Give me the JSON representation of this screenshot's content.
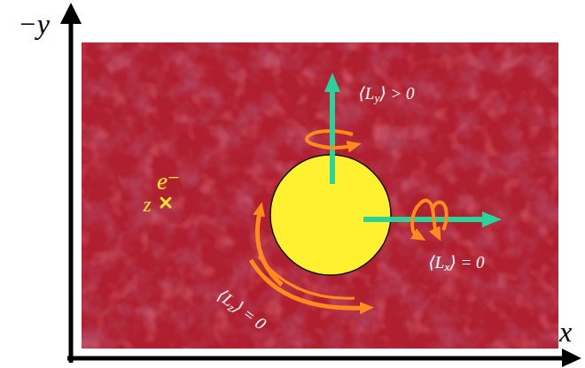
{
  "diagram": {
    "labels": [
      "−y",
      "e⁻",
      "z",
      "⟨Ly⟩ > 0",
      "⟨Lx⟩ = 0",
      "⟨Lz⟩ = 0",
      "x"
    ]
  }
}
